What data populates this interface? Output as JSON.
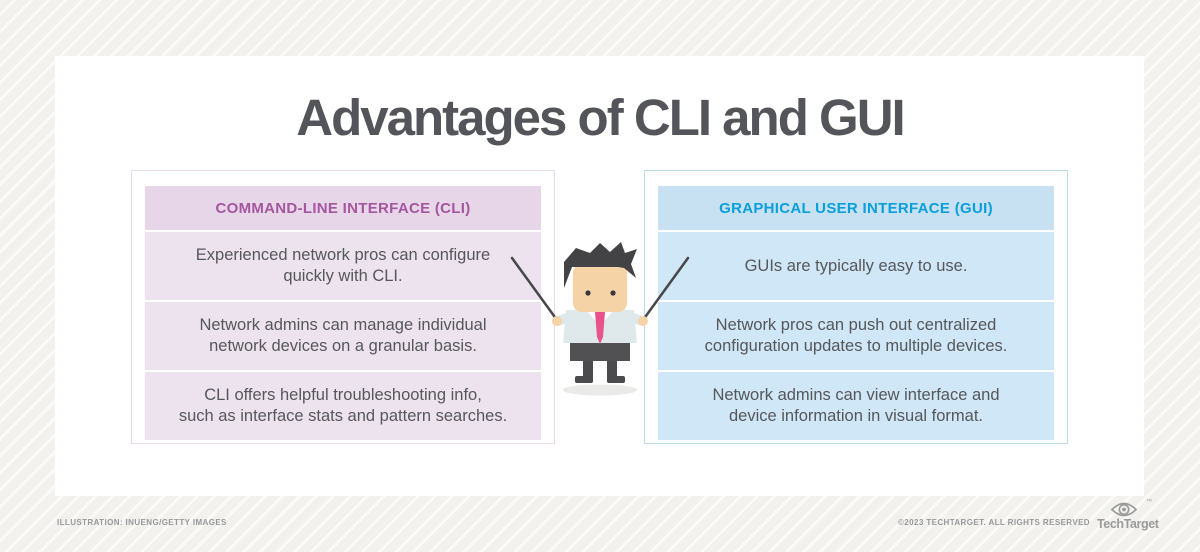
{
  "title": "Advantages of CLI and GUI",
  "cli_panel": {
    "header": "COMMAND-LINE INTERFACE (CLI)",
    "rows": [
      {
        "line1": "Experienced network pros can configure",
        "line2": "quickly with CLI."
      },
      {
        "line1": "Network admins can manage individual",
        "line2": "network devices on a granular basis."
      },
      {
        "line1": "CLI offers helpful troubleshooting info,",
        "line2": "such as interface stats and pattern searches."
      }
    ]
  },
  "gui_panel": {
    "header": "GRAPHICAL USER INTERFACE (GUI)",
    "rows": [
      {
        "line1": "GUIs are typically easy to use."
      },
      {
        "line1": "Network pros can push out centralized",
        "line2": "configuration updates to multiple devices."
      },
      {
        "line1": "Network admins can view interface and",
        "line2": "device information in visual format."
      }
    ]
  },
  "character": {
    "description": "cartoon businessman holding two pointer sticks toward both panels"
  },
  "footer": {
    "credit": "ILLUSTRATION: INUENG/GETTY IMAGES",
    "copyright": "©2023 TECHTARGET. ALL RIGHTS RESERVED",
    "logo_text": "TechTarget",
    "logo_mark": "™"
  },
  "colors": {
    "page_bg": "#f2f1ee",
    "stripe": "#fafaf9",
    "card_bg": "#ffffff",
    "title_text": "#54555a",
    "body_text": "#56575b",
    "cli_accent": "#a4569e",
    "cli_header_bg": "#e6d6e8",
    "cli_row_bg": "#ede3ee",
    "cli_border": "#ecd9e7",
    "gui_accent": "#09a0da",
    "gui_header_bg": "#c7e1f3",
    "gui_row_bg": "#cfe7f6",
    "gui_border": "#badcf0",
    "footer_text": "#98989c",
    "logo_gray": "#9b9b9b",
    "tie_pink": "#e8538c",
    "suit_gray": "#dfe9ec",
    "skin": "#f6d3a7",
    "dark": "#454547"
  }
}
